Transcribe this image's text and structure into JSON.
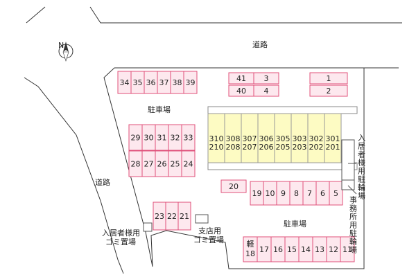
{
  "roads": {
    "top": "道路",
    "left": "道路"
  },
  "compass": {
    "label": "N",
    "icon": "compass-north-icon"
  },
  "parking": {
    "area_label_top": "駐車場",
    "area_label_bottom": "駐車場",
    "rows": [
      {
        "id": "row-a",
        "spaces": [
          "34",
          "35",
          "36",
          "37",
          "38",
          "39"
        ]
      },
      {
        "id": "row-b1",
        "spaces": [
          "41",
          "3"
        ]
      },
      {
        "id": "row-b2",
        "spaces": [
          "40",
          "4"
        ]
      },
      {
        "id": "row-c1",
        "spaces": [
          "1"
        ]
      },
      {
        "id": "row-c2",
        "spaces": [
          "2"
        ]
      },
      {
        "id": "row-d1",
        "spaces": [
          "29",
          "30",
          "31",
          "32",
          "33"
        ]
      },
      {
        "id": "row-d2",
        "spaces": [
          "28",
          "27",
          "26",
          "25",
          "24"
        ]
      },
      {
        "id": "row-e",
        "spaces": [
          "20"
        ]
      },
      {
        "id": "row-f",
        "spaces": [
          "19",
          "10",
          "9",
          "8",
          "7",
          "6",
          "5"
        ]
      },
      {
        "id": "row-g",
        "spaces": [
          "23",
          "22",
          "21"
        ]
      },
      {
        "id": "row-h",
        "spaces": [
          "軽18",
          "17",
          "16",
          "15",
          "14",
          "13",
          "12",
          "11"
        ]
      }
    ]
  },
  "building": {
    "upper_units": [
      "310",
      "308",
      "307",
      "306",
      "305",
      "303",
      "302",
      "301"
    ],
    "lower_units": [
      "210",
      "208",
      "207",
      "206",
      "205",
      "203",
      "202",
      "201"
    ],
    "colors": {
      "fill": "#fdfbc3",
      "stroke": "#999999"
    }
  },
  "labels": {
    "bike_resident": "入居者様用駐輪場",
    "bike_office": "事務所用駐輪場",
    "garbage_resident_line1": "入居者様用",
    "garbage_resident_line2": "ゴミ置場",
    "garbage_branch_line1": "支店用",
    "garbage_branch_line2": "ゴミ置場"
  },
  "colors": {
    "parking_stroke": "#e0507a",
    "parking_fill": "#fde8ee",
    "lot_outline": "#333333"
  }
}
